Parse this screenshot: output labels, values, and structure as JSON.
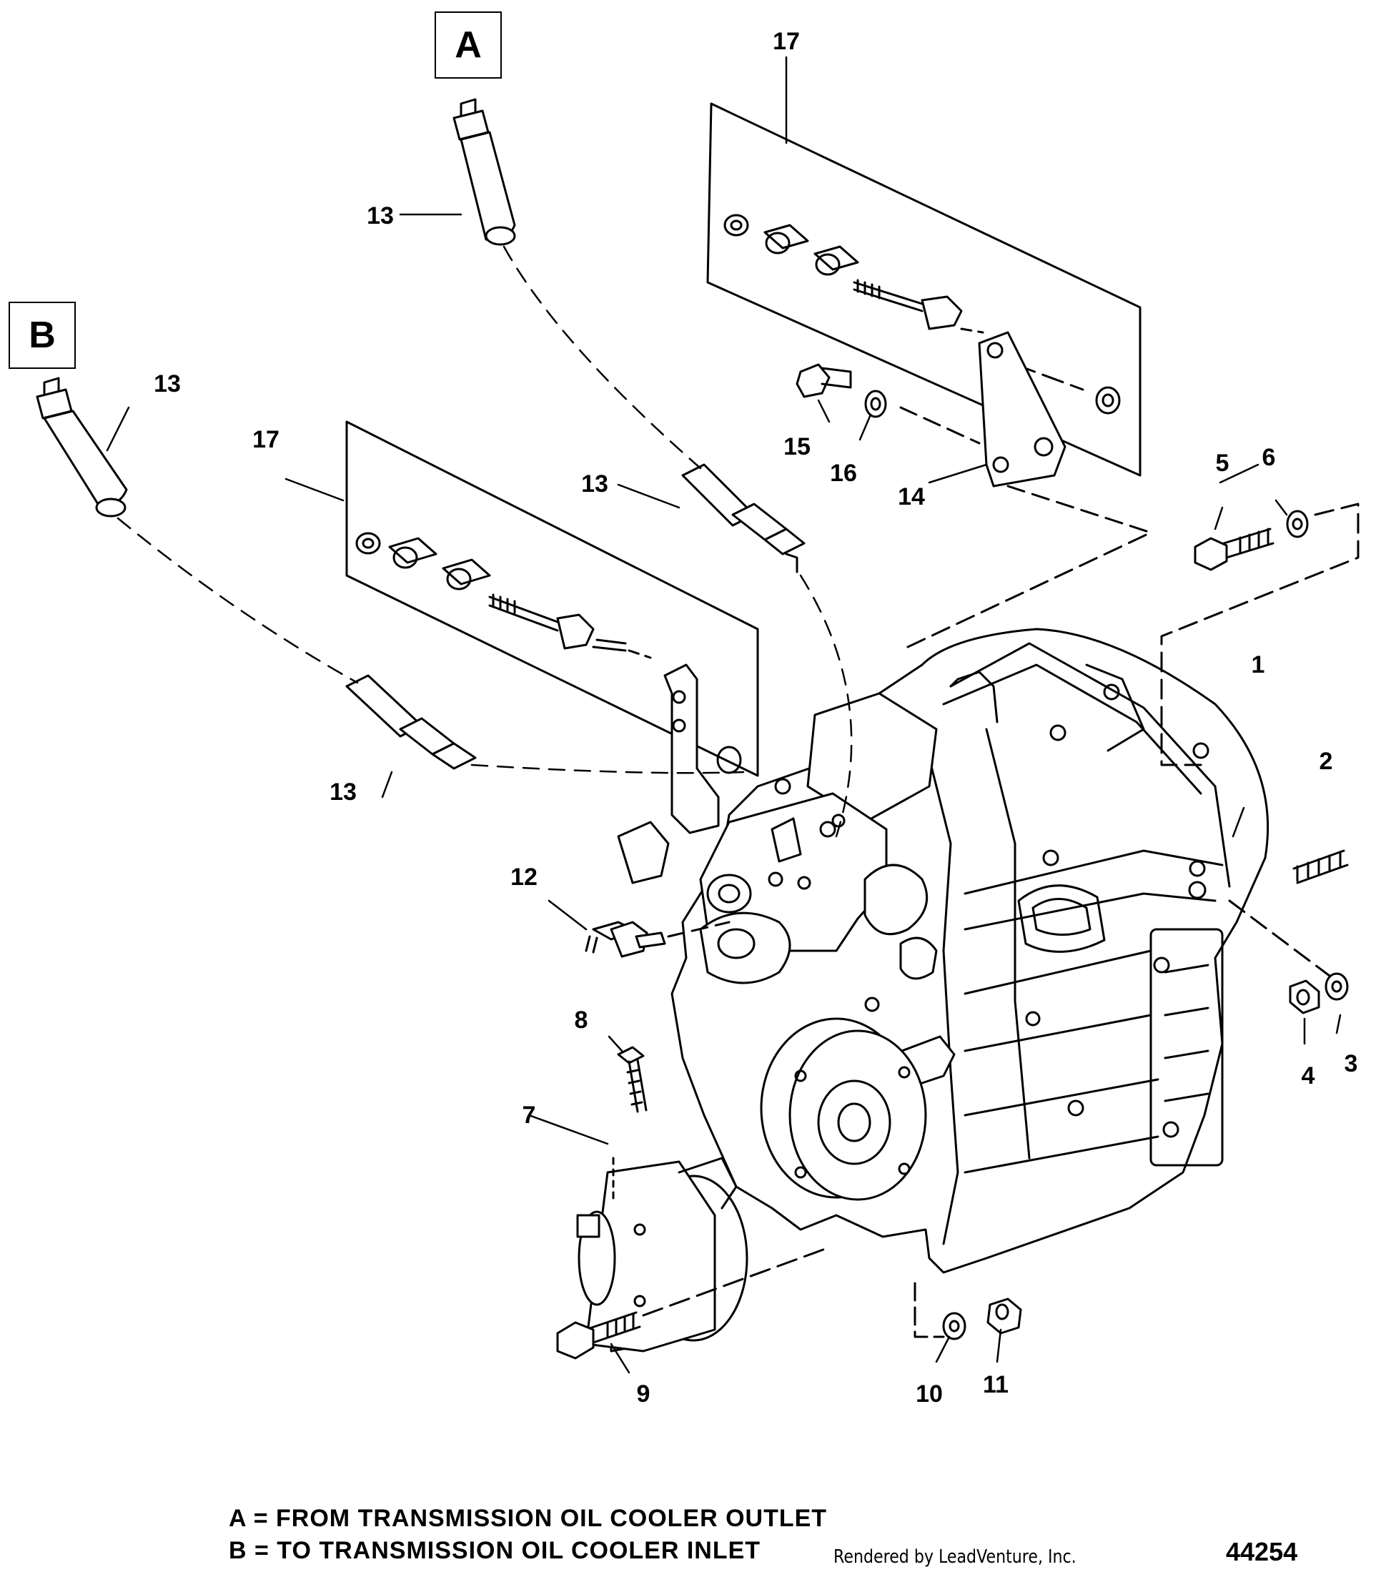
{
  "diagram": {
    "box_labels": {
      "a": "A",
      "b": "B"
    },
    "callouts": {
      "c1": "1",
      "c2": "2",
      "c3": "3",
      "c4": "4",
      "c5": "5",
      "c6": "6",
      "c7": "7",
      "c8": "8",
      "c9": "9",
      "c10": "10",
      "c11": "11",
      "c12": "12",
      "c13a": "13",
      "c13b": "13",
      "c13c": "13",
      "c13d": "13",
      "c14": "14",
      "c15": "15",
      "c16": "16",
      "c17a": "17",
      "c17b": "17"
    },
    "legend": {
      "line_a": "A = FROM TRANSMISSION OIL COOLER OUTLET",
      "line_b": "B = TO TRANSMISSION OIL COOLER INLET"
    },
    "credit": "Rendered by LeadVenture, Inc.",
    "drawing_number": "44254"
  }
}
